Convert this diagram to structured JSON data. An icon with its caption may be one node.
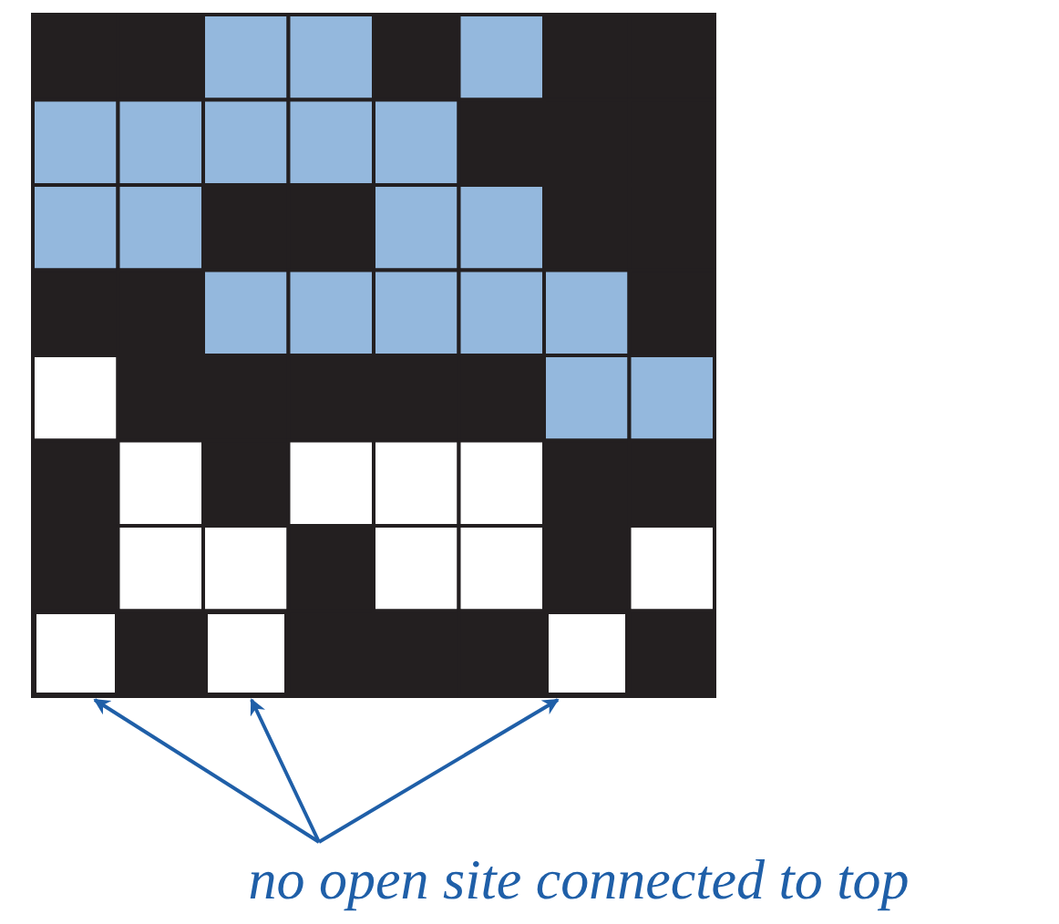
{
  "diagram": {
    "nodes": [
      {
        "text": [],
        "shape": "box"
      },
      {
        "text": [],
        "shape": "box"
      },
      {
        "text": [],
        "shape": "box"
      },
      {
        "text": [
          "no open site connected to top"
        ]
      }
    ],
    "edges": [
      {
        "from": 3,
        "to": 0,
        "arrow": "to"
      },
      {
        "from": 3,
        "to": 1,
        "arrow": "to"
      },
      {
        "from": 3,
        "to": 2,
        "arrow": "to"
      }
    ]
  }
}
